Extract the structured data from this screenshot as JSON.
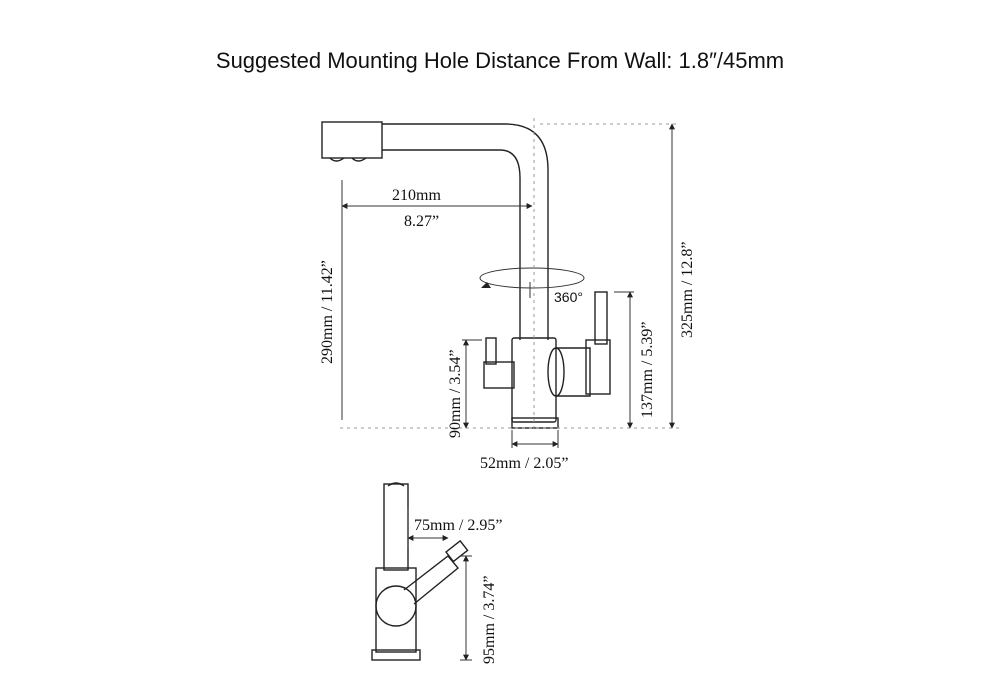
{
  "title": "Suggested Mounting Hole Distance From Wall: 1.8″/45mm",
  "dimensions": {
    "spout_reach_mm": "210mm",
    "spout_reach_in": "8.27”",
    "total_height_side": "290mm / 11.42”",
    "rotation": "360°",
    "lever_height": "90mm / 3.54”",
    "handle_height": "137mm / 5.39”",
    "total_height": "325mm / 12.8”",
    "base_diameter": "52mm / 2.05”",
    "lever_offset": "75mm / 2.95”",
    "handle_side_height": "95mm / 3.74”"
  }
}
